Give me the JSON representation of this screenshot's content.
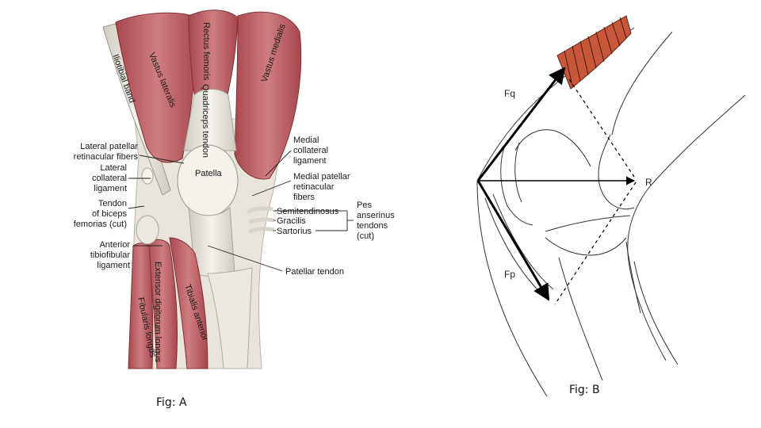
{
  "figure_a": {
    "caption": "Fig: A",
    "labels": {
      "iliotibial_band": "Iliotibial band",
      "vastus_lateralis": "Vastus lateralis",
      "rectus_femoris": "Rectus femoris",
      "quadriceps_tendon": "Quadriceps tendon",
      "vastus_medialis": "Vastus medialis",
      "patella": "Patella",
      "lateral_patellar_retinacular_1": "Lateral patellar",
      "lateral_patellar_retinacular_2": "retinacular fibers",
      "lateral_collateral_1": "Lateral",
      "lateral_collateral_2": "collateral",
      "lateral_collateral_3": "ligament",
      "tendon_biceps_1": "Tendon",
      "tendon_biceps_2": "of biceps",
      "tendon_biceps_3": "femorias (cut)",
      "anterior_tibiofibular_1": "Anterior",
      "anterior_tibiofibular_2": "tibiofibular",
      "anterior_tibiofibular_3": "ligament",
      "medial_collateral_1": "Medial",
      "medial_collateral_2": "collateral",
      "medial_collateral_3": "ligament",
      "medial_patellar_1": "Medial patellar",
      "medial_patellar_2": "retinacular",
      "medial_patellar_3": "fibers",
      "semitendinosus": "Semitendinosus",
      "gracilis": "Gracilis",
      "sartorius": "Sartorius",
      "pes_anserinus_1": "Pes",
      "pes_anserinus_2": "anserinus",
      "pes_anserinus_3": "tendons",
      "pes_anserinus_4": "(cut)",
      "patellar_tendon": "Patellar tendon",
      "extensor_digitorum": "Extensor digitorum longus",
      "tibialis_anterior": "Tibialis anterior",
      "fibularis_longus": "Fibularis longus"
    },
    "colors": {
      "muscle": "#b8595e",
      "muscle_light": "#d48a8a",
      "tendon": "#e6e3dc",
      "bone": "#f1efe8"
    }
  },
  "figure_b": {
    "caption": "Fig: B",
    "vectors": {
      "fq": "Fq",
      "fp": "Fp",
      "r": "R"
    },
    "colors": {
      "muscle": "#c8573a",
      "arrow": "#000000"
    }
  }
}
